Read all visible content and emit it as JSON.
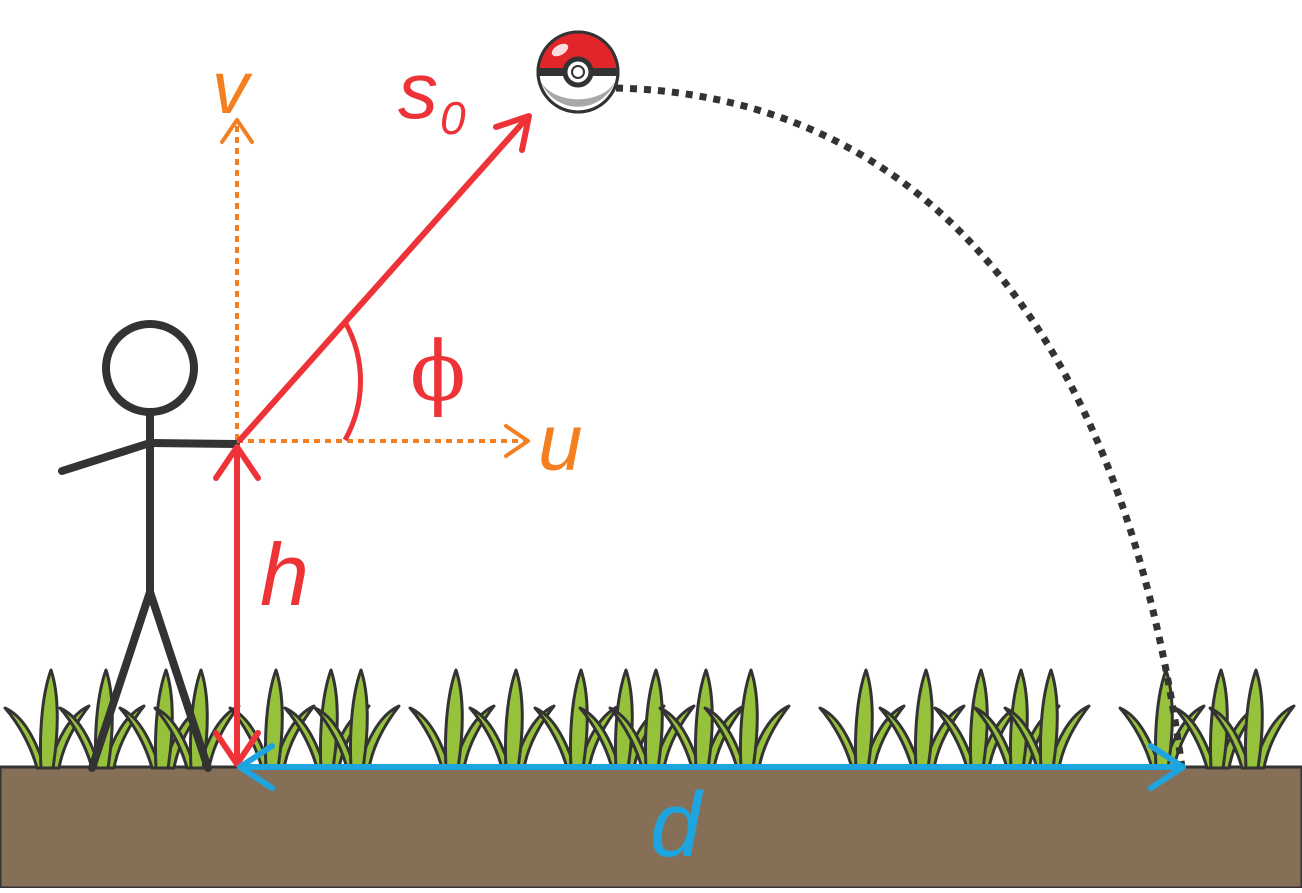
{
  "labels": {
    "v": "v",
    "s": "s",
    "s_sub": "0",
    "phi": "ϕ",
    "u": "u",
    "h": "h",
    "d": "d"
  },
  "colors": {
    "ground": "#857057",
    "grass_fill": "#96C23B",
    "outline": "#333333",
    "red": "#EE3338",
    "orange": "#F47F20",
    "blue": "#1EA5DF",
    "pokeball_red": "#E1252A",
    "pokeball_grey": "#A8A8A8"
  },
  "icons": {
    "ball": "pokeball-icon",
    "person": "stick-figure",
    "plants": "grass-tuft"
  }
}
